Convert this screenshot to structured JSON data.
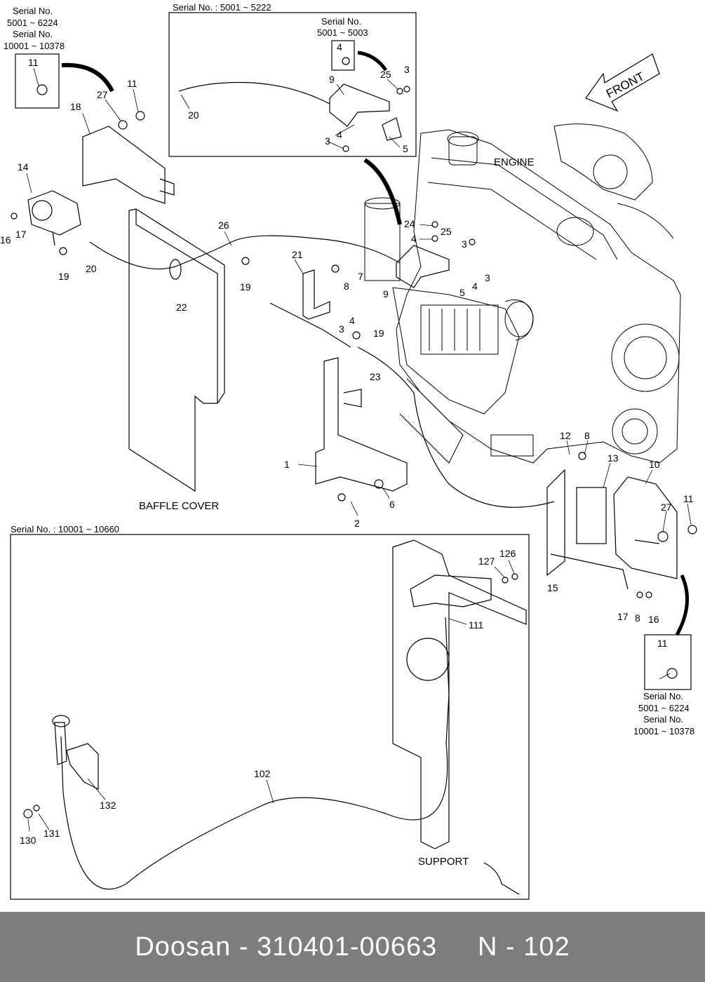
{
  "insets": {
    "top_center_serial": "Serial No. : 5001 ~ 5222",
    "top_center_sub_serial_line1": "Serial No.",
    "top_center_sub_serial_line2": "5001 ~ 5003",
    "bottom_serial": "Serial No. : 10001 ~ 10660",
    "top_left_serial_line1": "Serial No.",
    "top_left_serial_line2": "5001 ~ 6224",
    "top_left_serial_line3": "Serial No.",
    "top_left_serial_line4": "10001 ~ 10378",
    "right_serial_line1": "Serial No.",
    "right_serial_line2": "5001 ~ 6224",
    "right_serial_line3": "Serial No.",
    "right_serial_line4": "10001 ~ 10378"
  },
  "labels": {
    "engine": "ENGINE",
    "front": "FRONT",
    "baffle_cover": "BAFFLE COVER",
    "support": "SUPPORT"
  },
  "callouts": {
    "c11_tl": "11",
    "c11_a": "11",
    "c27_a": "27",
    "c18": "18",
    "c14": "14",
    "c16_a": "16",
    "c17_a": "17",
    "c19_a": "19",
    "c20_a": "20",
    "c26": "26",
    "c19_b": "19",
    "c22": "22",
    "c20_b": "20",
    "c4_box": "4",
    "c9_a": "9",
    "c25_a": "25",
    "c3_a": "3",
    "c4_a": "4",
    "c3_b": "3",
    "c5_a": "5",
    "c24": "24",
    "c4_b": "4",
    "c25_b": "25",
    "c3_c": "3",
    "c9_b": "9",
    "c5_b": "5",
    "c4_c": "4",
    "c3_d": "3",
    "c21": "21",
    "c7": "7",
    "c8_a": "8",
    "c4_d": "4",
    "c3_e": "3",
    "c19_c": "19",
    "c23": "23",
    "c1": "1",
    "c6": "6",
    "c2": "2",
    "c12": "12",
    "c8_b": "8",
    "c13": "13",
    "c10": "10",
    "c27_b": "27",
    "c11_b": "11",
    "c15": "15",
    "c17_b": "17",
    "c8_c": "8",
    "c16_b": "16",
    "c11_br": "11",
    "c126": "126",
    "c127": "127",
    "c111": "111",
    "c102": "102",
    "c132": "132",
    "c130": "130",
    "c131": "131"
  },
  "footer": {
    "brand": "Doosan",
    "separator": " - ",
    "part_number": "310401-00663",
    "page": "N - 102"
  }
}
